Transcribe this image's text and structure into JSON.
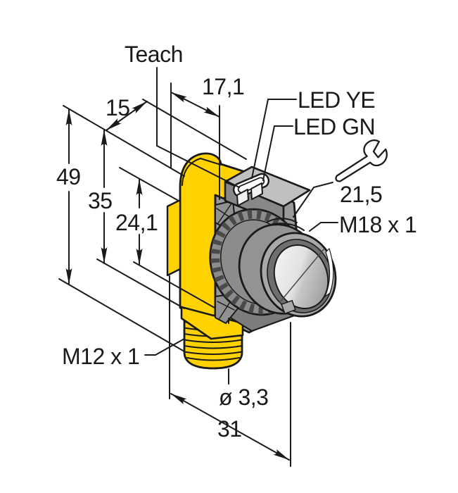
{
  "drawing": {
    "type": "technical-dimension-drawing",
    "subject": "photoelectric sensor with M18 threaded lens barrel and M12 connector",
    "background": "#ffffff",
    "outline_color": "#1a1a1a",
    "housing_yellow": "#ffd200",
    "housing_gray": "#9a9a9a"
  },
  "labels": {
    "teach": "Teach",
    "dim_depth": "15",
    "dim_top_width": "17,1",
    "dim_height_overall": "49",
    "dim_height_body": "35",
    "dim_height_lower": "24,1",
    "led_yellow": "LED YE",
    "led_green": "LED GN",
    "dim_wrench_flats": "21,5",
    "thread_front": "M18 x 1",
    "thread_connector": "M12 x 1",
    "dim_hole": "ø 3,3",
    "dim_width_overall": "31"
  },
  "icons": {
    "wrench": "wrench-icon"
  }
}
